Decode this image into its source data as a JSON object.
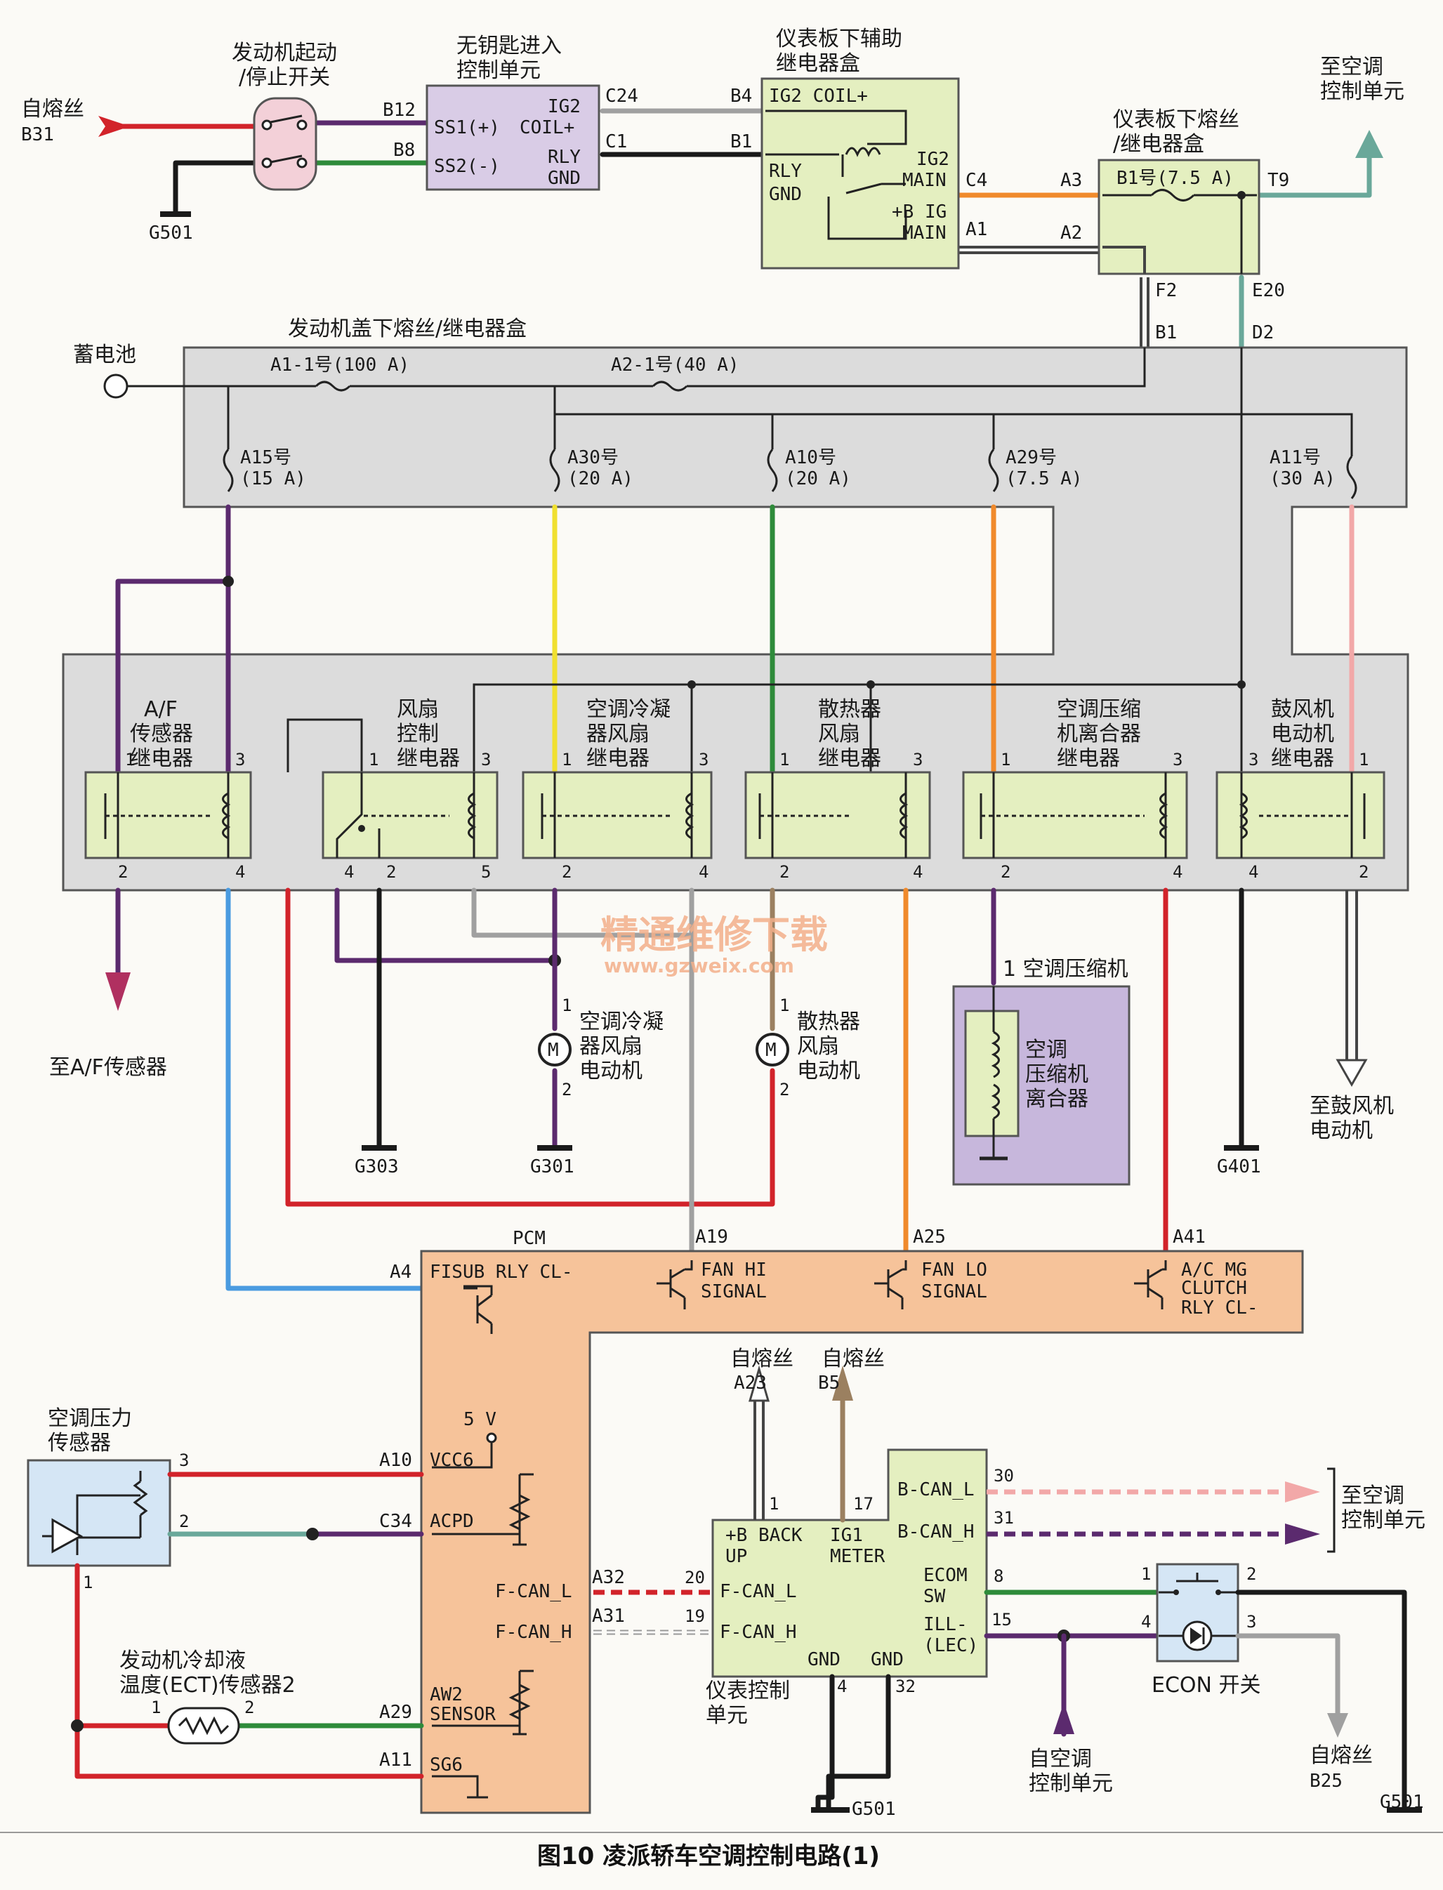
{
  "colors": {
    "red": "#d2232a",
    "purple": "#5b2a6e",
    "green": "#2e8b3a",
    "gray": "#9a9a9a",
    "black": "#1a1a1a",
    "orange": "#f08a2c",
    "yellow": "#f0e030",
    "blue": "#4a9be0",
    "pink": "#f2a8a8",
    "teal": "#6aa89a",
    "brown": "#9b8060",
    "box_gray": "#dcdcdc",
    "relay_green": "#e4efc0",
    "pcm_orange": "#f6c39a",
    "ac_blue": "#d5e6f5",
    "purple_box": "#c7b7dc",
    "pink_box": "#f3d0d8",
    "lilac_box": "#d9cce6"
  },
  "ignition_switch": {
    "title_line1": "发动机起动",
    "title_line2": "/停止开关",
    "fuse_in_line1": "自熔丝",
    "fuse_in_line2": "B31",
    "ground": "G501",
    "pin_b12": "B12",
    "pin_b8": "B8"
  },
  "keyless_unit": {
    "title_line1": "无钥匙进入",
    "title_line2": "控制单元",
    "ss1": "SS1(+)",
    "ss2": "SS2(-)",
    "ig2": "IG2",
    "coil": "COIL+",
    "rly": "RLY",
    "gnd": "GND",
    "pin_c24": "C24",
    "pin_c1": "C1"
  },
  "aux_relay_box": {
    "title_line1": "仪表板下辅助",
    "title_line2": "继电器盒",
    "pin_b4": "B4",
    "pin_b1": "B1",
    "ig2_coil": "IG2 COIL+",
    "rly": "RLY",
    "gnd": "GND",
    "ig2": "IG2",
    "main": "MAIN",
    "b_ig": "+B IG",
    "main2": "MAIN",
    "pin_c4": "C4",
    "pin_a1": "A1"
  },
  "dash_fuse_box": {
    "title_line1": "仪表板下熔丝",
    "title_line2": "/继电器盒",
    "fuse": "B1号(7.5 A)",
    "pin_a3": "A3",
    "pin_a2": "A2",
    "pin_t9": "T9",
    "pin_f2": "F2",
    "pin_e20": "E20",
    "to_ac_line1": "至空调",
    "to_ac_line2": "控制单元"
  },
  "engine_fuse_box": {
    "title": "发动机盖下熔丝/继电器盒",
    "battery": "蓄电池",
    "pin_b1": "B1",
    "pin_d2": "D2",
    "main_fuse1": "A1-1号(100 A)",
    "main_fuse2": "A2-1号(40 A)",
    "fuses": [
      {
        "name": "A15号",
        "rating": "(15 A)"
      },
      {
        "name": "A30号",
        "rating": "(20 A)"
      },
      {
        "name": "A10号",
        "rating": "(20 A)"
      },
      {
        "name": "A29号",
        "rating": "(7.5 A)"
      },
      {
        "name": "A11号",
        "rating": "(30 A)"
      }
    ]
  },
  "relays": [
    {
      "l1": "A/F",
      "l2": "传感器",
      "l3": "继电器",
      "p1": "1",
      "p2": "2",
      "p3": "3",
      "p4": "4"
    },
    {
      "l1": "风扇",
      "l2": "控制",
      "l3": "继电器",
      "p1": "1",
      "p2": "2",
      "p3": "3",
      "p4": "4",
      "p5": "5"
    },
    {
      "l1": "空调冷凝",
      "l2": "器风扇",
      "l3": "继电器",
      "p1": "1",
      "p2": "2",
      "p3": "3",
      "p4": "4"
    },
    {
      "l1": "散热器",
      "l2": "风扇",
      "l3": "继电器",
      "p1": "1",
      "p2": "2",
      "p3": "3",
      "p4": "4"
    },
    {
      "l1": "空调压缩",
      "l2": "机离合器",
      "l3": "继电器",
      "p1": "1",
      "p2": "2",
      "p3": "3",
      "p4": "4"
    },
    {
      "l1": "鼓风机",
      "l2": "电动机",
      "l3": "继电器",
      "p1": "1",
      "p2": "2",
      "p3": "3",
      "p4": "4"
    }
  ],
  "loads": {
    "af_sensor": "至A/F传感器",
    "cond_fan_l1": "空调冷凝",
    "cond_fan_l2": "器风扇",
    "cond_fan_l3": "电动机",
    "rad_fan_l1": "散热器",
    "rad_fan_l2": "风扇",
    "rad_fan_l3": "电动机",
    "compressor": "1 空调压缩机",
    "clutch_l1": "空调",
    "clutch_l2": "压缩机",
    "clutch_l3": "离合器",
    "blower_l1": "至鼓风机",
    "blower_l2": "电动机",
    "motor_symbol": "M",
    "pin1": "1",
    "pin2": "2",
    "g303": "G303",
    "g301": "G301",
    "g401": "G401"
  },
  "pcm": {
    "title": "PCM",
    "a4": "A4",
    "fisub": "FISUB RLY CL-",
    "a19": "A19",
    "fan_hi_l1": "FAN HI",
    "fan_hi_l2": "SIGNAL",
    "a25": "A25",
    "fan_lo_l1": "FAN LO",
    "fan_lo_l2": "SIGNAL",
    "a41": "A41",
    "acmg_l1": "A/C MG",
    "acmg_l2": "CLUTCH",
    "acmg_l3": "RLY CL-",
    "v5": "5 V",
    "a10": "A10",
    "vcc6": "VCC6",
    "c34": "C34",
    "acpd": "ACPD",
    "fcanl": "F-CAN_L",
    "fcanh": "F-CAN_H",
    "a32": "A32",
    "a31": "A31",
    "a29": "A29",
    "aw2": "AW2",
    "sensor": "SENSOR",
    "a11": "A11",
    "sg6": "SG6"
  },
  "pressure_sensor": {
    "title_line1": "空调压力",
    "title_line2": "传感器",
    "p3": "3",
    "p2": "2",
    "p1": "1"
  },
  "ect_sensor": {
    "title_line1": "发动机冷却液",
    "title_line2": "温度(ECT)传感器2",
    "p1": "1",
    "p2": "2"
  },
  "meter_unit": {
    "title_line1": "仪表控制",
    "title_line2": "单元",
    "fuse_a23_l1": "自熔丝",
    "fuse_a23_l2": "A23",
    "fuse_b5_l1": "自熔丝",
    "fuse_b5_l2": "B5",
    "p1": "1",
    "p17": "17",
    "p20": "20",
    "p19": "19",
    "p4": "4",
    "p32": "32",
    "p30": "30",
    "p31": "31",
    "p8": "8",
    "p15": "15",
    "backup_l1": "+B BACK",
    "backup_l2": "UP",
    "ig1": "IG1",
    "meter": "METER",
    "fcanl": "F-CAN_L",
    "fcanh": "F-CAN_H",
    "gnd1": "GND",
    "gnd2": "GND",
    "bcanl": "B-CAN_L",
    "bcanh": "B-CAN_H",
    "ecom": "ECOM",
    "sw": "SW",
    "ill": "ILL-",
    "lec": "(LEC)",
    "g501": "G501",
    "to_ac_l1": "至空调",
    "to_ac_l2": "控制单元",
    "from_ac_l1": "自空调",
    "from_ac_l2": "控制单元"
  },
  "econ_switch": {
    "title": "ECON 开关",
    "p1": "1",
    "p2": "2",
    "p3": "3",
    "p4": "4",
    "fuse_l1": "自熔丝",
    "fuse_l2": "B25",
    "ground": "G501"
  },
  "watermark": {
    "line1": "精通维修下载",
    "line2": "www.gzweix.com"
  },
  "caption": "图10 凌派轿车空调控制电路(1)"
}
